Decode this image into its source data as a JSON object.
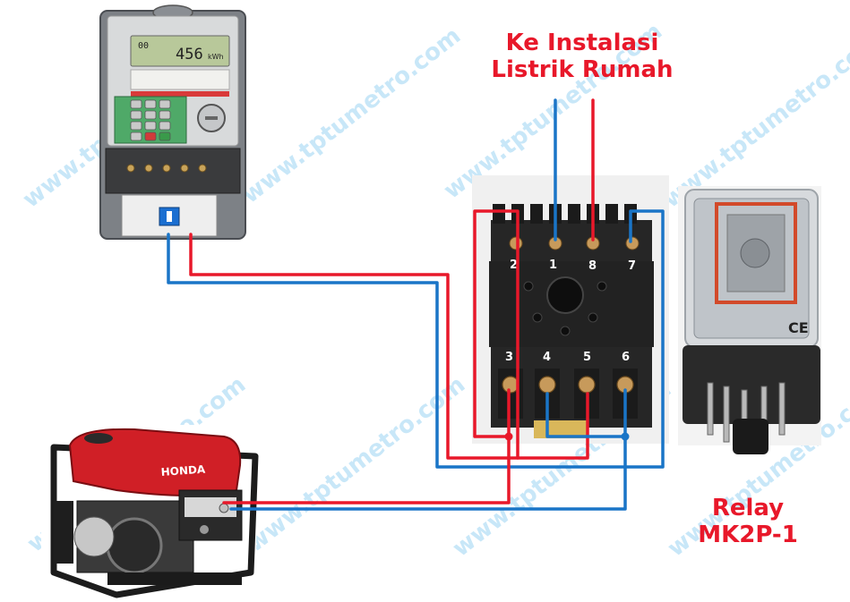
{
  "labels": {
    "instalasi_line1": "Ke Instalasi",
    "instalasi_line2": "Listrik Rumah",
    "relay_line1": "Relay",
    "relay_line2": "MK2P-1"
  },
  "watermark": "www.tptumetro.com",
  "socket_pins": {
    "top": [
      "2",
      "1",
      "8",
      "7"
    ],
    "bottom": [
      "3",
      "4",
      "5",
      "6"
    ]
  },
  "meter": {
    "display": "456",
    "display_unit": "kWh",
    "display_prefix": "00"
  },
  "generator": {
    "brand": "HONDA"
  },
  "colors": {
    "live_wire": "#e8182a",
    "neutral_wire": "#1a75c7",
    "label_red": "#e8182a",
    "watermark": "#bfe3f7"
  }
}
